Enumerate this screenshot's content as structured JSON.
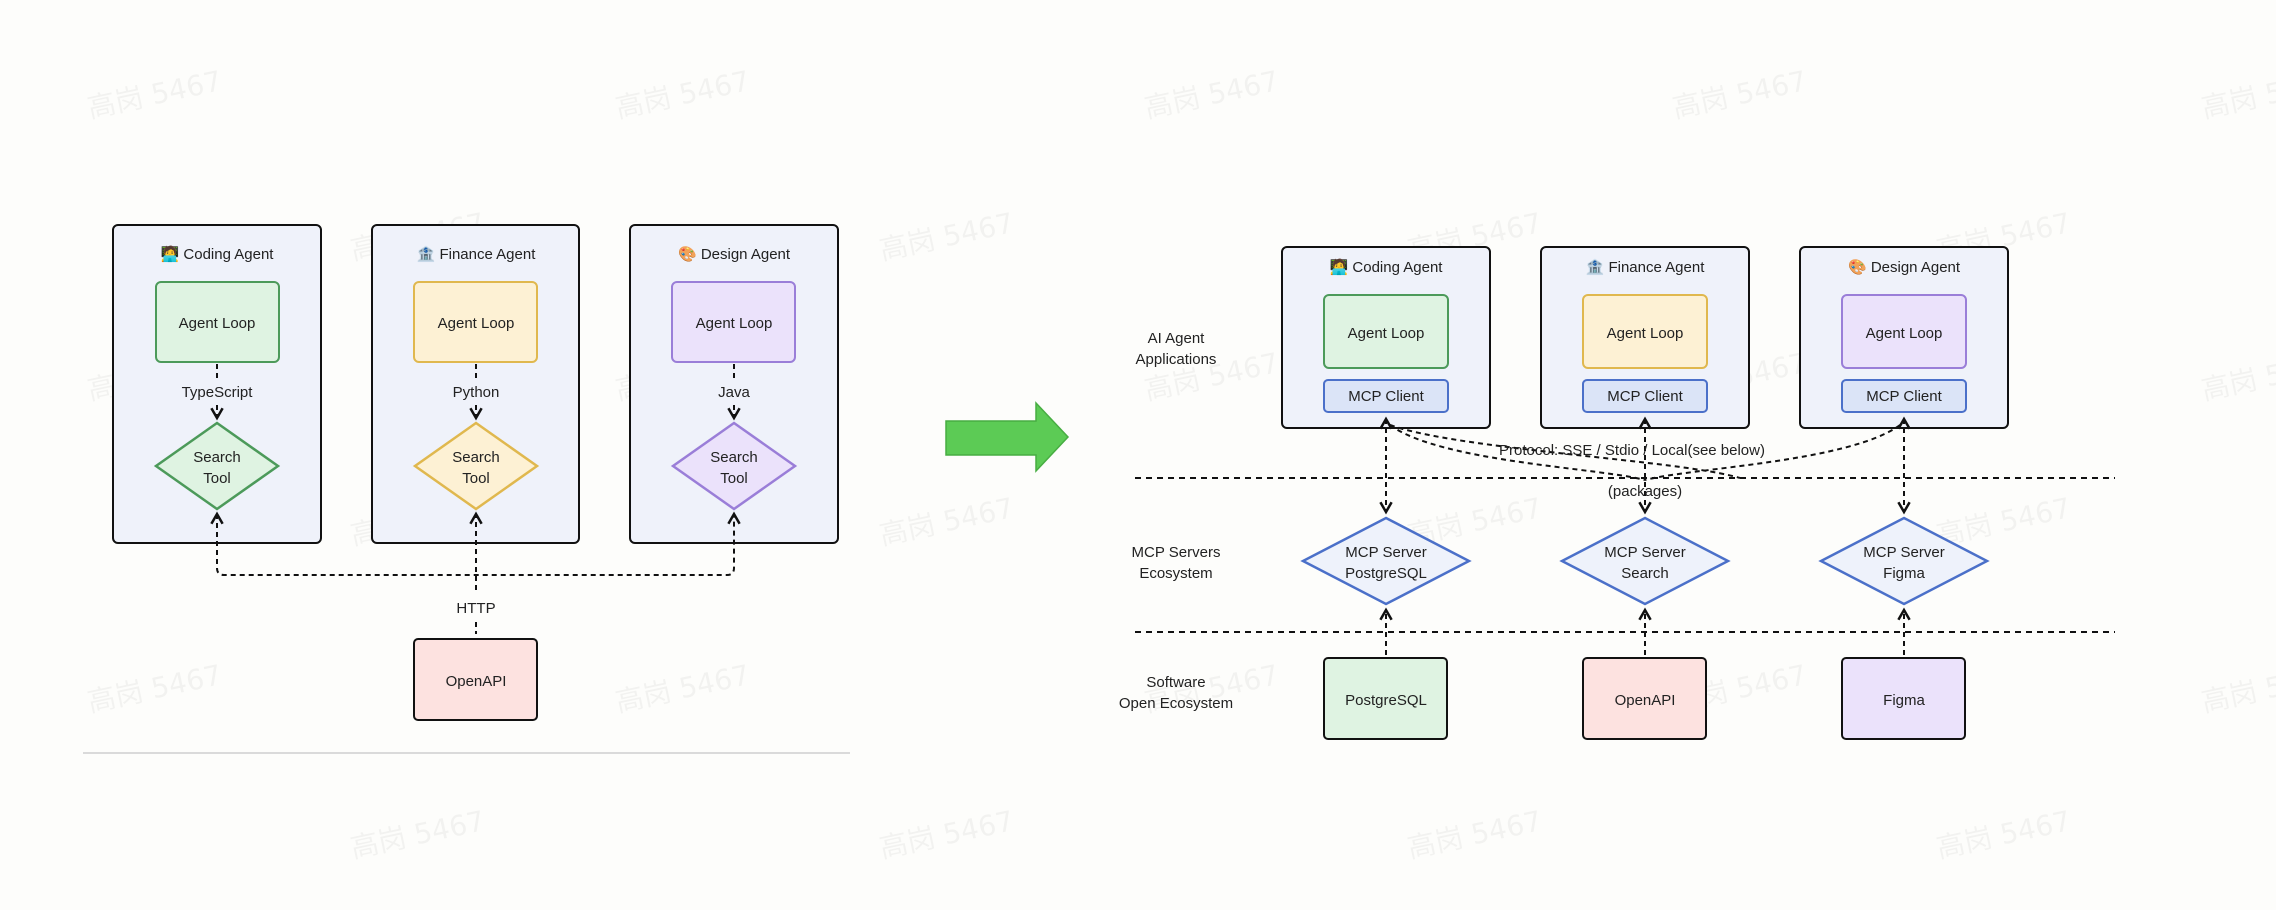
{
  "left": {
    "agents": [
      {
        "emoji": "🧑‍💻",
        "name": "Coding Agent",
        "loop": "Agent Loop",
        "language": "TypeScript",
        "tool": [
          "Search",
          "Tool"
        ]
      },
      {
        "emoji": "🏦",
        "name": "Finance Agent",
        "loop": "Agent Loop",
        "language": "Python",
        "tool": [
          "Search",
          "Tool"
        ]
      },
      {
        "emoji": "🎨",
        "name": "Design Agent",
        "loop": "Agent Loop",
        "language": "Java",
        "tool": [
          "Search",
          "Tool"
        ]
      }
    ],
    "http_label": "HTTP",
    "api_label": "OpenAPI"
  },
  "right": {
    "layers": {
      "apps": [
        "AI Agent",
        "Applications"
      ],
      "servers": [
        "MCP Servers",
        "Ecosystem"
      ],
      "software": [
        "Software",
        "Open Ecosystem"
      ]
    },
    "agents": [
      {
        "emoji": "🧑‍💻",
        "name": "Coding Agent",
        "loop": "Agent Loop",
        "client": "MCP Client"
      },
      {
        "emoji": "🏦",
        "name": "Finance Agent",
        "loop": "Agent Loop",
        "client": "MCP Client"
      },
      {
        "emoji": "🎨",
        "name": "Design Agent",
        "loop": "Agent Loop",
        "client": "MCP Client"
      }
    ],
    "protocol_label": "Protocol:  SSE / Stdio / Local(see below)",
    "packages_label": "(packages)",
    "servers": [
      [
        "MCP Server",
        "PostgreSQL"
      ],
      [
        "MCP Server",
        "Search"
      ],
      [
        "MCP Server",
        "Figma"
      ]
    ],
    "software": [
      "PostgreSQL",
      "OpenAPI",
      "Figma"
    ]
  },
  "watermark": "高岗 5467",
  "colors": {
    "green_fill": "#dff3e2",
    "green_stroke": "#4c9a5a",
    "yellow_fill": "#fdf1d4",
    "yellow_stroke": "#e0b84e",
    "purple_fill": "#ebe2fb",
    "purple_stroke": "#9a7ed8",
    "pink_fill": "#fde2e0",
    "blue_stroke": "#4b70c9",
    "blue_fill": "#dbe4f7",
    "panel_fill": "#eff2fa",
    "arrow": "#5ccb55"
  }
}
